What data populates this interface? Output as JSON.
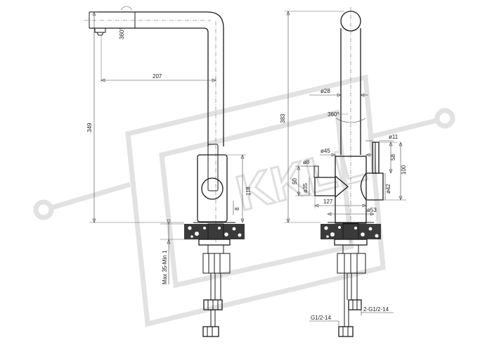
{
  "watermark": {
    "text": "KKLL",
    "color": "#dedede"
  },
  "colors": {
    "line": "#1a1a1a",
    "dimension": "#444444",
    "background": "#ffffff"
  },
  "side_view": {
    "dimensions": {
      "spout_reach": "207",
      "total_height": "349",
      "body_height": "118",
      "body_offset": "8",
      "spout_rotation": "360°",
      "mount_thickness": "Max 35-Min 1"
    }
  },
  "front_view": {
    "dimensions": {
      "total_height": "383",
      "spout_diameter": "ø28",
      "spout_rotation": "360°",
      "body_diameter": "ø45",
      "handle_diameter": "ø11",
      "handle_height": "58",
      "handle_total": "100",
      "cartridge_diameter": "ø42",
      "inlet_diameter": "ø8",
      "inlet_height": "50",
      "inlet_body_diameter": "ø35",
      "width": "127",
      "base_diameter": "ø53",
      "hose_thread": "2-G1/2-14",
      "inlet_thread": "G1/2-14"
    }
  }
}
